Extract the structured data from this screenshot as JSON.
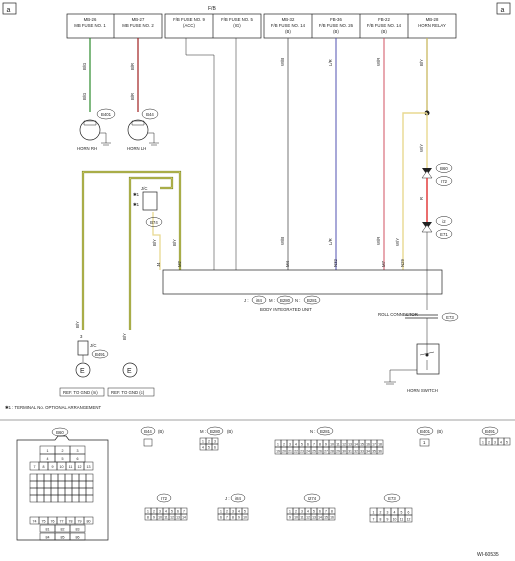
{
  "corner_left": "a",
  "corner_right": "a",
  "fb_label": "F/B",
  "fuse_boxes": [
    {
      "line1": "MB-26",
      "line2": "MB FUSE NO. 1"
    },
    {
      "line1": "MB-27",
      "line2": "MB FUSE NO. 2"
    },
    {
      "line1": "F/B FUSE NO. 9",
      "line2": "(ACC)"
    },
    {
      "line1": "F/B FUSE NO. 5",
      "line2": "(IG)"
    },
    {
      "line1": "MB-32",
      "line2": "F/B FUSE NO. 14",
      "line3": "(B)"
    },
    {
      "line1": "FB-36",
      "line2": "F/B FUSE NO. 26",
      "line3": "(B)"
    },
    {
      "line1": "FB-22",
      "line2": "F/B FUSE NO. 14",
      "line3": "(B)"
    },
    {
      "line1": "MB-28",
      "line2": "HORN RELAY"
    }
  ],
  "wire_colors": {
    "b_g": "B/G",
    "b_r": "B/R",
    "w_b": "W/B",
    "l_r": "L/R",
    "w_r": "W/R",
    "b_y": "B/Y",
    "w_y": "W/Y",
    "r": "R"
  },
  "connectors": {
    "b401": "B401",
    "b44": "B44",
    "b60": "B60",
    "i72": "I72",
    "b74": "B74",
    "b491": "B491",
    "i2": "i2",
    "e71": "E71",
    "e73": "E73"
  },
  "horns": {
    "rh": "HORN RH",
    "lh": "HORN LH"
  },
  "jc_label": "J/C",
  "star": "✱1",
  "pins": {
    "j4": "J4",
    "m2": "M2",
    "m4": "M4",
    "n32": "N32",
    "m7": "M7",
    "n29": "N29"
  },
  "biu": {
    "refs_prefix_j": "J :",
    "ref_j": "i84",
    "ref_m": "B280",
    "ref_n": "B281",
    "prefix_m": "M :",
    "prefix_n": "N :",
    "name": "BODY INTEGRATED UNIT"
  },
  "roll_connector": "ROLL CONNECTOR",
  "horn_switch": "HORN SWITCH",
  "ground_refs": [
    "REF. TO GND (m)",
    "REF. TO GND (c)"
  ],
  "ground_symbol": "E",
  "pin3": "3",
  "footnote": "✱1 : TERMINAL No. OPTIONAL ARRANGEMENT",
  "bottom": {
    "b60": "B60",
    "b44": "B44",
    "b44_tag": "(B)",
    "m_b280": "B280",
    "m_prefix": "M :",
    "m_tag": "(B)",
    "n_b281": "B281",
    "n_prefix": "N :",
    "b401": "B401",
    "b401_tag": "(B)",
    "b491": "B491",
    "i72": "I72",
    "j_i84": "i84",
    "j_prefix": "J :",
    "i274": "I274",
    "e73": "E73"
  },
  "b60_rows": [
    [
      "1",
      "2",
      "3"
    ],
    [
      "4",
      "5",
      "6"
    ],
    [
      "7",
      "8",
      "9",
      "10",
      "11",
      "12",
      "13"
    ]
  ],
  "b60_rows2": [
    [
      "74",
      "75",
      "76",
      "77",
      "78",
      "79",
      "80"
    ],
    [
      "81",
      "82",
      "83"
    ],
    [
      "84",
      "85",
      "86"
    ]
  ],
  "figure_id": "WI-60535"
}
